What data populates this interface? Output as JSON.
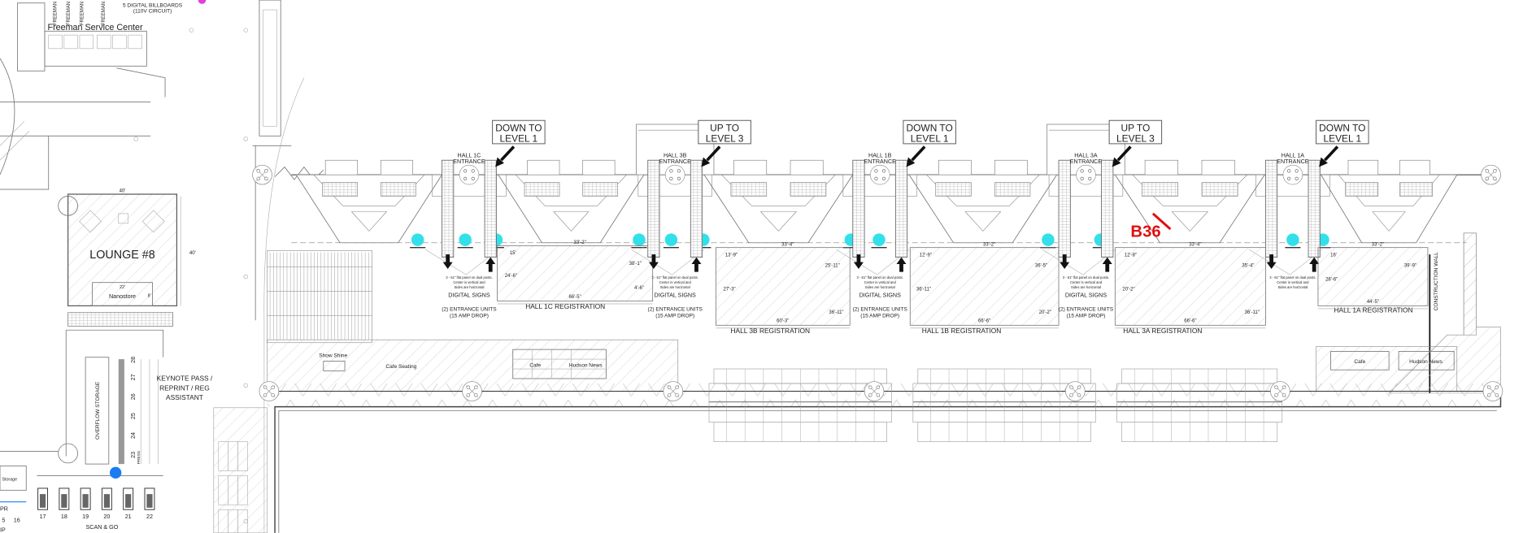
{
  "top_left": {
    "billboards_line1": "5 DIGITAL BILLBOARDS",
    "billboards_line2": "(110V CIRCUIT)",
    "service_center": "Freeman Service Center",
    "lounge": "LOUNGE #8",
    "lounge_width": "40'",
    "lounge_depth": "40'",
    "nanostore": "Nanostore",
    "nanostore_width": "22'",
    "nanostore_depth": "8'",
    "overflow_storage": "OVERFLOW STORAGE",
    "keynote_line1": "KEYNOTE PASS /",
    "keynote_line2": "REPRINT / REG",
    "keynote_line3": "ASSISTANT",
    "counter_numbers": [
      "23",
      "24",
      "25",
      "26",
      "27",
      "28"
    ],
    "press": "PRESS",
    "scan_numbers": [
      "17",
      "18",
      "19",
      "20",
      "21",
      "22"
    ],
    "scan_and_go": "SCAN & GO",
    "left_numbers": [
      "5",
      "16"
    ],
    "storage": "Storage",
    "pr": "PR",
    "ip": "IP"
  },
  "halls": [
    {
      "name": "HALL 1C",
      "entrance": "ENTRANCE",
      "callout_line1": "DOWN TO",
      "callout_line2": "LEVEL 1",
      "registration": "HALL 1C REGISTRATION",
      "dims": [
        "33'-2\"",
        "24'-6\"",
        "66'-5\"",
        "38'-1\"",
        "15'",
        "4'-6\""
      ]
    },
    {
      "name": "HALL 3B",
      "entrance": "ENTRANCE",
      "callout_line1": "UP TO",
      "callout_line2": "LEVEL 3",
      "registration": "HALL 3B REGISTRATION",
      "dims": [
        "33'-4\"",
        "27'-3\"",
        "60'-3\"",
        "25'-11\"",
        "13'-9\"",
        "36'-11\""
      ]
    },
    {
      "name": "HALL 1B",
      "entrance": "ENTRANCE",
      "callout_line1": "DOWN TO",
      "callout_line2": "LEVEL 1",
      "registration": "HALL 1B REGISTRATION",
      "dims": [
        "33'-2\"",
        "36'-11\"",
        "66'-6\"",
        "36'-5\"",
        "12'-9\"",
        "20'-2\""
      ]
    },
    {
      "name": "HALL 3A",
      "entrance": "ENTRANCE",
      "callout_line1": "UP TO",
      "callout_line2": "LEVEL 3",
      "registration": "HALL 3A REGISTRATION",
      "dims": [
        "33'-4\"",
        "20'-2\"",
        "66'-6\"",
        "35'-4\"",
        "12'-8\"",
        "36'-11\""
      ]
    },
    {
      "name": "HALL 1A",
      "entrance": "ENTRANCE",
      "callout_line1": "DOWN TO",
      "callout_line2": "LEVEL 1",
      "registration": "HALL 1A REGISTRATION",
      "dims": [
        "33'-2\"",
        "28'-6\"",
        "44'-5\"",
        "39'-9\"",
        "16'",
        ""
      ]
    }
  ],
  "signage": {
    "note_line1": "3 - 61\" flat panel on dual posts.",
    "note_line2": "Center is vertical and",
    "note_line3": "Sides are horizontal",
    "digital_signs": "DIGITAL SIGNS",
    "entrance_units_line1": "(2) ENTRANCE UNITS",
    "entrance_units_line2": "(15 AMP DROP)"
  },
  "concourse": {
    "show_shine": "Show Shine",
    "cafe_seating": "Cafe Seating",
    "cafe": "Cafe",
    "hudson_news": "Hudson News",
    "cafe_2": "Cafe",
    "hudson_news_2": "Hudson News",
    "construction_wall": "CONSTRUCTION WALL"
  },
  "marker": {
    "label": "B36",
    "color": "#e01010"
  },
  "colors": {
    "sign_marker": "#33e0ea",
    "location_dot": "#1a7cf0",
    "accent_dot": "#e040e0"
  }
}
